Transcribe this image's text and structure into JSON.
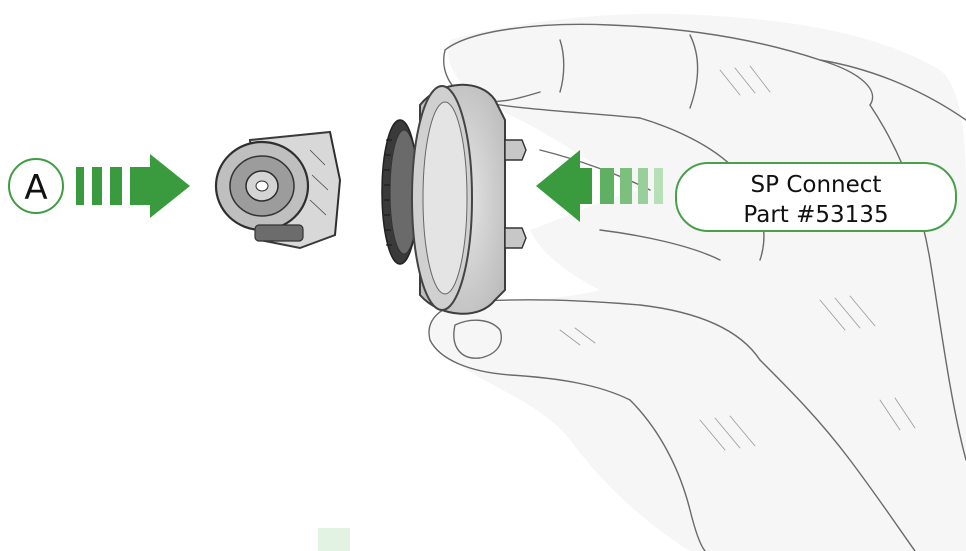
{
  "label_a": {
    "text": "A"
  },
  "callout": {
    "line1": "SP Connect",
    "line2": "Part #53135"
  },
  "colors": {
    "arrow_green": "#3a9a3e",
    "arrow_green_light": "#8fcf90",
    "callout_border": "#4a9f4a",
    "sketch_stroke": "#555555",
    "background": "#ffffff"
  },
  "icons": {
    "left_arrow": "arrow-right-icon",
    "right_arrow": "arrow-left-icon"
  }
}
